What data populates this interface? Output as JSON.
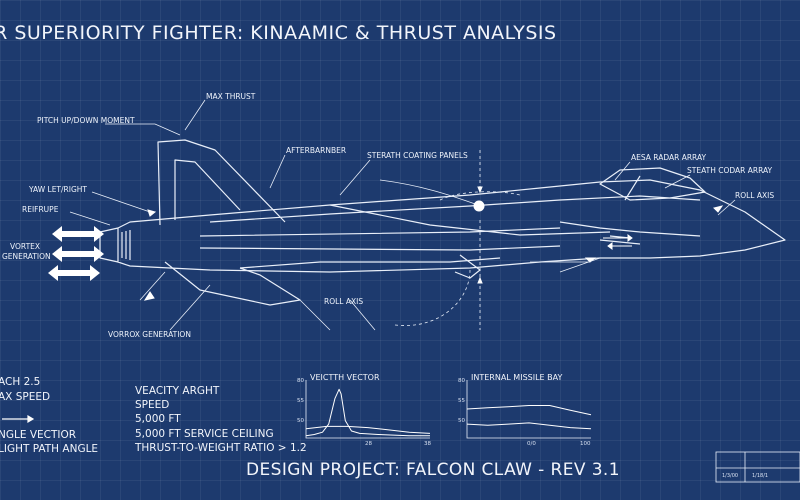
{
  "title": "IR SUPERIORITY FIGHTER: KINAAMIC & THRUST ANALYSIS",
  "callouts": {
    "max_thrust": "MAX THRUST",
    "pitch": "PITCH UP/DOWN MOMENT",
    "afterburner": "AFTERBARNBER",
    "stealth_panels": "STERATH COATING PANELS",
    "aesa": "AESA RADAR ARRAY",
    "stealth_codar": "STEATH CODAR ARRAY",
    "roll_axis_right": "ROLL AXIS",
    "yaw": "YAW LET/RIGHT",
    "reifrupe": "REIFRUPE",
    "vortex": "VORTEX",
    "generation": "GENERATION",
    "roll_axis_bottom": "ROLL AXIS",
    "vorrox": "VORROX GENERATION"
  },
  "specs_left": [
    "ACH 2.5",
    "AX SPEED",
    "NGLE VECTIOR",
    "LIGHT PATH ANGLE"
  ],
  "specs_mid": [
    "VEACITY ARGHT",
    "SPEED",
    "5,000 FT",
    "5,000 FT SERVICE CEILING",
    "THRUST-TO-WEIGHT RATIO > 1.2"
  ],
  "footer": "DESIGN PROJECT: FALCON CLAW - REV 3.1",
  "title_block": [
    "1/3/00",
    "1/18/1"
  ],
  "chart_data": [
    {
      "type": "line",
      "title": "VEICTTH VECTOR",
      "yticks": [
        "80",
        "55",
        "50"
      ],
      "xticks": [
        "28",
        "38"
      ],
      "series": [
        {
          "x": [
            0,
            8,
            16,
            22,
            28,
            32,
            34,
            38,
            44,
            52,
            70,
            100,
            120
          ],
          "values": [
            2,
            3,
            5,
            12,
            34,
            42,
            38,
            15,
            6,
            4,
            3,
            2,
            2
          ]
        },
        {
          "x": [
            0,
            20,
            40,
            60,
            80,
            100,
            120
          ],
          "values": [
            8,
            10,
            10,
            9,
            7,
            5,
            4
          ]
        }
      ]
    },
    {
      "type": "line",
      "title": "INTERNAL MISSILE BAY",
      "yticks": [
        "80",
        "55",
        "50"
      ],
      "xticks": [
        "0/0",
        "100"
      ],
      "series": [
        {
          "x": [
            0,
            20,
            40,
            60,
            80,
            100,
            120
          ],
          "values": [
            25,
            26,
            27,
            28,
            28,
            24,
            20
          ]
        },
        {
          "x": [
            0,
            20,
            40,
            60,
            80,
            100,
            120
          ],
          "values": [
            12,
            11,
            12,
            13,
            11,
            9,
            8
          ]
        }
      ]
    }
  ]
}
